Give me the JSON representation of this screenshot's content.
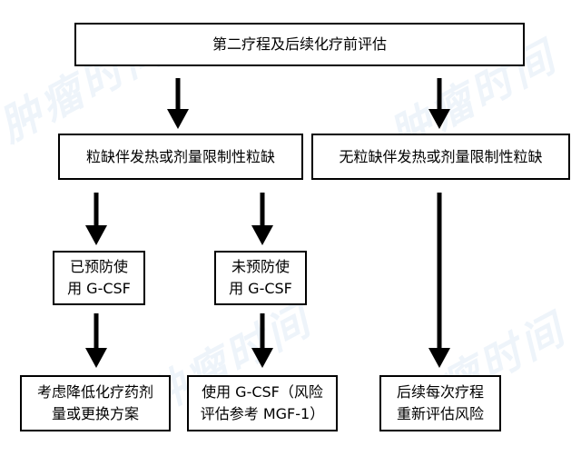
{
  "watermark": "肿瘤时间",
  "nodes": {
    "top": "第二疗程及后续化疗前评估",
    "left_mid": "粒缺伴发热或剂量限制性粒缺",
    "right_mid": "无粒缺伴发热或剂量限制性粒缺",
    "prophylaxis_given": [
      "已预防使",
      "用 G-CSF"
    ],
    "prophylaxis_not_given": [
      "未预防使",
      "用 G-CSF"
    ],
    "consider_reduce": [
      "考虑降低化疗药剂",
      "量或更换方案"
    ],
    "use_gcsf": [
      "使用 G-CSF（风险",
      "评估参考 MGF-1）"
    ],
    "reassess": [
      "后续每次疗程",
      "重新评估风险"
    ]
  },
  "colors": {
    "line": "#000000",
    "watermark": "#78aad7"
  }
}
